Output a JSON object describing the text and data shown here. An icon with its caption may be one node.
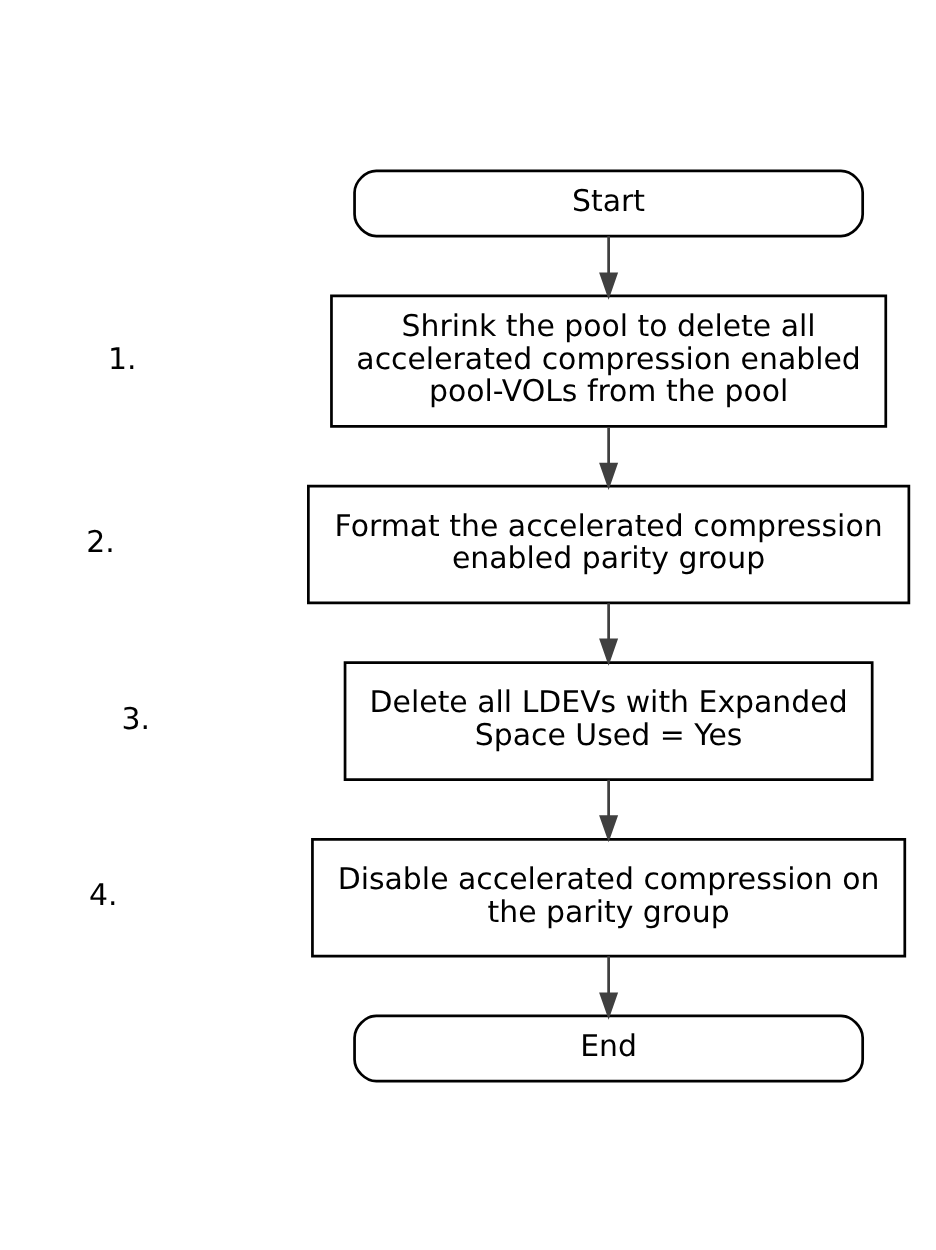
{
  "diagram": {
    "nodes": [
      {
        "text": [
          "Start"
        ]
      },
      {
        "text": [
          "Shrink the pool to delete all accelerated compression enabled pool-VOLs from the pool"
        ]
      },
      {
        "text": [
          "Format the accelerated compression enabled parity group"
        ]
      },
      {
        "text": [
          "Delete all LDEVs with Expanded Space Used = Yes"
        ]
      },
      {
        "text": [
          "Disable accelerated compression on the parity group"
        ]
      },
      {
        "text": [
          "End"
        ]
      }
    ],
    "edges": [
      {
        "from": 0,
        "to": 1,
        "arrow": "to"
      },
      {
        "from": 1,
        "to": 2,
        "arrow": "to"
      },
      {
        "from": 2,
        "to": 3,
        "arrow": "to"
      },
      {
        "from": 3,
        "to": 4,
        "arrow": "to"
      },
      {
        "from": 4,
        "to": 5,
        "arrow": "to"
      }
    ],
    "labels": [
      "1.",
      "2.",
      "3.",
      "4."
    ]
  }
}
